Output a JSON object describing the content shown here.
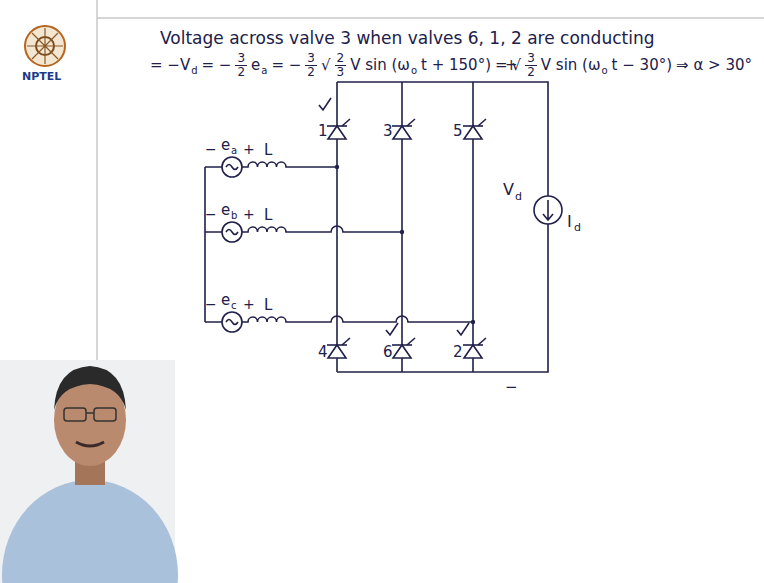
{
  "diagram": {
    "title": "Voltage across valve 3 when valves 6, 1, 2 are conducting",
    "labels": [
      "NPTEL",
      "= −V",
      "d",
      "= −",
      "3",
      "2",
      "e",
      "a",
      "= −",
      "3",
      "2",
      "√",
      "2",
      "3",
      "V sin (ω",
      "o",
      "t + 150°)",
      "=",
      "√",
      "3",
      "2",
      "V sin (ω",
      "o",
      "t − 30°)",
      "⇒ α > 30°",
      "1",
      "3",
      "5",
      "4",
      "6",
      "2",
      "e",
      "a",
      "−",
      "+",
      "L",
      "e",
      "b",
      "−",
      "+",
      "L",
      "e",
      "c",
      "−",
      "+",
      "L",
      "V",
      "d",
      "I",
      "d",
      "+",
      "−"
    ]
  }
}
